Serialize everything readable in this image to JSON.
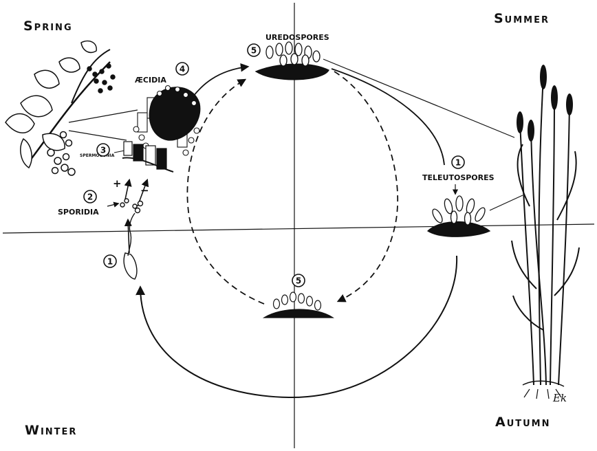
{
  "seasons": {
    "spring": "Spring",
    "summer": "Summer",
    "winter": "Winter",
    "autumn": "Autumn"
  },
  "stages": {
    "uredospores": "UREDOSPORES",
    "aecidia": "ÆCIDIA",
    "spermogonia": "SPERMOGONIA",
    "sporidia": "SPORIDIA",
    "teleutospores": "TELEUTOSPORES"
  },
  "numbers": {
    "n1": "1",
    "n2": "2",
    "n3": "3",
    "n4": "4",
    "n5": "5"
  },
  "signs": {
    "plus": "+",
    "minus": "−"
  },
  "artist_signature": "Ek",
  "colors": {
    "ink": "#111111",
    "background": "#ffffff"
  }
}
